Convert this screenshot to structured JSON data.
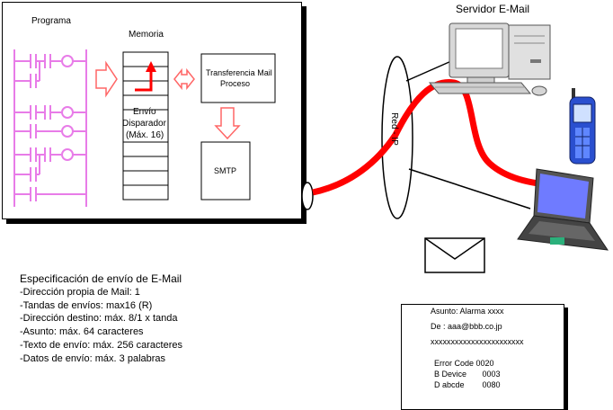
{
  "plc": {
    "program_label": "Programa",
    "memory_label": "Memoria",
    "trigger_label_line1": "Envío",
    "trigger_label_line2": "Disparador",
    "trigger_label_line3": "(Máx. 16)",
    "transfer_label_line1": "Transferencia Mail",
    "transfer_label_line2": "Proceso",
    "smtp_label": "SMTP"
  },
  "network": {
    "label": "Red - IP"
  },
  "server": {
    "label": "Servidor E-Mail"
  },
  "spec": {
    "title": "Especificación de envío de E-Mail",
    "items": [
      "-Dirección propia de Mail: 1",
      "-Tandas de envíos: max16 (R)",
      "-Dirección destino: máx. 8/1 x tanda",
      "-Asunto: máx. 64 caracteres",
      "-Texto de envío: máx. 256 caracteres",
      "-Datos  de envío: máx. 3 palabras"
    ]
  },
  "mail_example": {
    "subject": "Asunto: Alarma xxxx",
    "from": "De : aaa@bbb.co.jp",
    "body_line": "xxxxxxxxxxxxxxxxxxxxxxx",
    "data_lines": [
      "Error Code 0020",
      "B Device       0003",
      "D abcde        0080"
    ]
  },
  "colors": {
    "ladder": "#e87ce8",
    "arrow_red": "#ff0000",
    "arrow_pink": "#ff9999"
  },
  "icons": [
    "server-computer-icon",
    "mobile-phone-icon",
    "laptop-icon",
    "envelope-icon"
  ]
}
